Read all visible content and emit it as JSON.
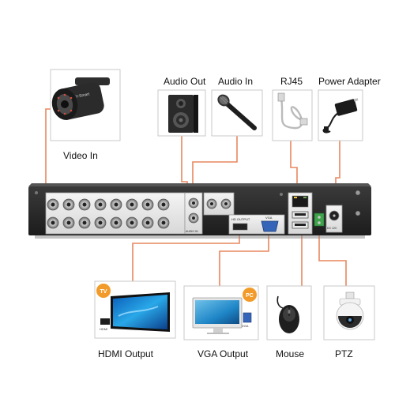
{
  "diagram": {
    "accent_color": "#e8875f",
    "device_color": "#2b2b2b",
    "labels": {
      "audio_out": "Audio Out",
      "audio_in": "Audio In",
      "rj45": "RJ45",
      "power_adapter": "Power Adapter",
      "video_in": "Video In",
      "hdmi_output": "HDMI Output",
      "vga_output": "VGA Output",
      "mouse": "Mouse",
      "ptz": "PTZ"
    },
    "panel_text": {
      "hd_output": "HD OUTPUT",
      "vga": "VGA",
      "audio_in": "AUDIO IN",
      "dc": "DC 12V"
    },
    "badges": {
      "tv": "TV",
      "pc": "PC"
    },
    "tiny": {
      "hdmi": "HDMI",
      "vga": "VGA",
      "camera_brand": "Y-Smart"
    },
    "icons": [
      "security-camera-icon",
      "speaker-icon",
      "microphone-icon",
      "ethernet-cable-icon",
      "power-adapter-icon",
      "tv-icon",
      "monitor-icon",
      "mouse-icon",
      "ptz-camera-icon"
    ]
  }
}
